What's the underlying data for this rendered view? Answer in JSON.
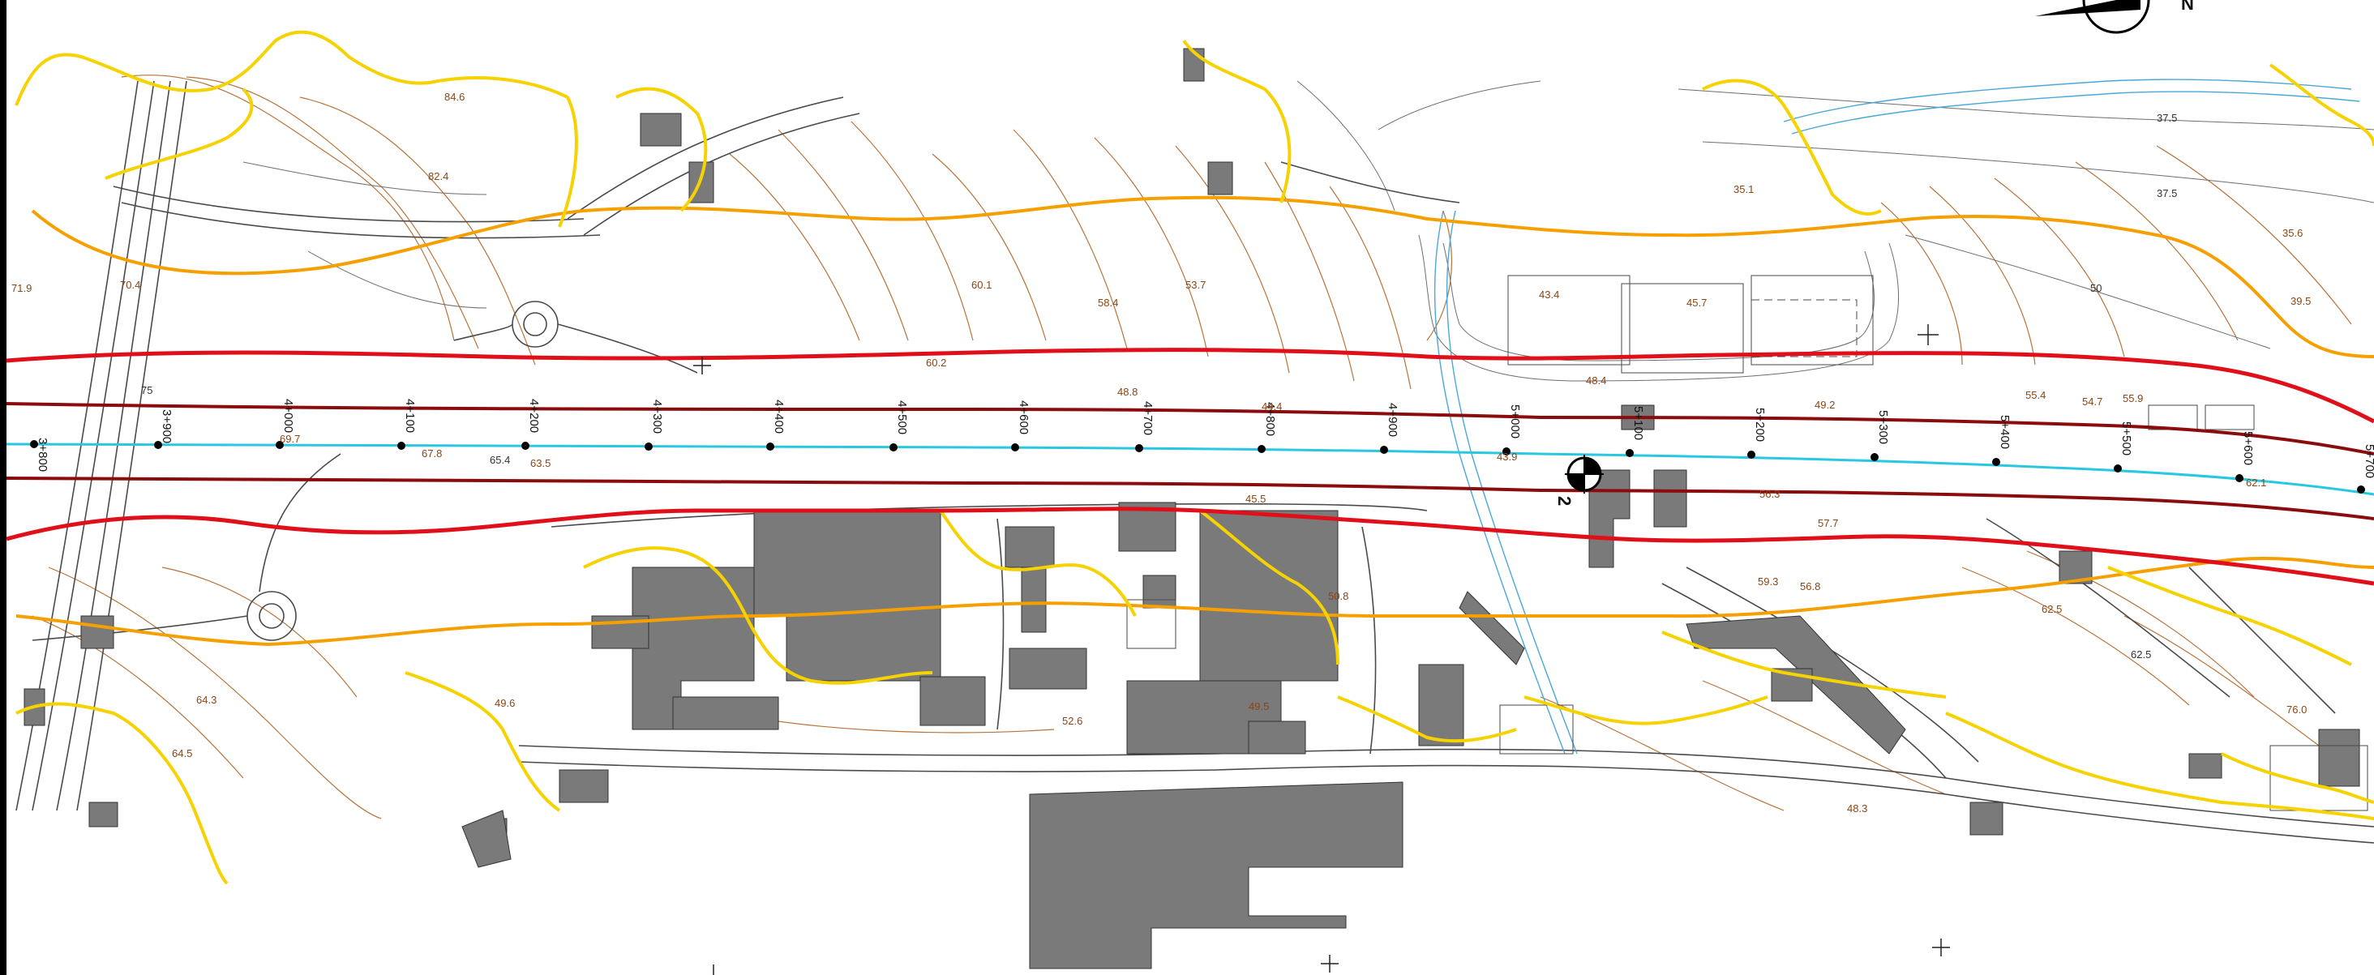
{
  "colors": {
    "background": "#ffffff",
    "contour_brown": "#b8733a",
    "contour_grey": "#6e6e6e",
    "road_line": "#4a4a4a",
    "corridor_red": "#e0101a",
    "axis_darkred": "#8a0c0c",
    "alignment_cyan": "#28c8e0",
    "flood_orange": "#f5a000",
    "flood_yellow": "#f5d200",
    "building_fill": "#7a7a7a",
    "building_stroke": "#333333",
    "river_blue": "#4aa8d8"
  },
  "icons": {
    "north_arrow": "north-arrow-icon",
    "section_marker": "section-marker-icon"
  },
  "chainage_labels": [
    "3+800",
    "3+900",
    "4+000",
    "4+100",
    "4+200",
    "4+300",
    "4+400",
    "4+500",
    "4+600",
    "4+700",
    "4+800",
    "4+900",
    "5+000",
    "5+100",
    "5+200",
    "5+300",
    "5+400",
    "5+500",
    "5+600",
    "5+700"
  ],
  "spot_elevations": [
    "84.6",
    "82.4",
    "60.1",
    "58.4",
    "53.7",
    "43.4",
    "45.7",
    "35.1",
    "37.5",
    "37.5",
    "50",
    "35.6",
    "39.5",
    "71.9",
    "70.4",
    "75",
    "69.7",
    "67.8",
    "63.5",
    "65.4",
    "60.2",
    "48.8",
    "44.4",
    "48.4",
    "49.2",
    "55.4",
    "54.7",
    "55.9",
    "45.5",
    "43.9",
    "56.3",
    "57.7",
    "59.3",
    "56.8",
    "62.5",
    "62.5",
    "64.3",
    "64.5",
    "49.6",
    "52.6",
    "49.5",
    "48.3",
    "76.0",
    "62.1",
    "50.8"
  ],
  "section_marker_label": "2",
  "north_arrow_label": "N"
}
